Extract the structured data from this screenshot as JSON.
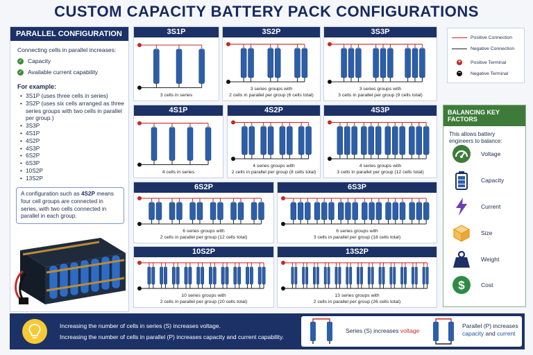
{
  "title": "CUSTOM CAPACITY BATTERY PACK CONFIGURATIONS",
  "left_panel": {
    "header": "PARALLEL CONFIGURATION",
    "intro": "Connecting cells in parallel increases:",
    "benefits": [
      "Capacity",
      "Available current capability"
    ],
    "example_heading": "For example:",
    "examples": [
      "3S1P (uses three cells in series)",
      "3S2P (uses six cells arranged as three series groups with two cells in parallel per group.)",
      "3S3P",
      "4S1P",
      "4S2P",
      "4S3P",
      "6S2P",
      "6S3P",
      "10S2P",
      "13S2P"
    ],
    "note_prefix": "A configuration such as ",
    "note_bold": "4S2P",
    "note_suffix": " means four cell groups are connected in series, with two cells connected in parallel in each group."
  },
  "configs": [
    {
      "title": "3S1P",
      "s": 3,
      "p": 1,
      "caption": [
        "3 cells in series"
      ]
    },
    {
      "title": "3S2P",
      "s": 3,
      "p": 2,
      "caption": [
        "3 series groups with",
        "2 cells in parallel per group (6 cells total)"
      ]
    },
    {
      "title": "3S3P",
      "s": 3,
      "p": 3,
      "caption": [
        "3 series groups with",
        "3 cells in parallel per group (9 cells total)"
      ]
    },
    {
      "title": "4S1P",
      "s": 4,
      "p": 1,
      "caption": [
        "4 cells in series"
      ]
    },
    {
      "title": "4S2P",
      "s": 4,
      "p": 2,
      "caption": [
        "4 series groups with",
        "2 cells in parallel per group (8 cells total)"
      ]
    },
    {
      "title": "4S3P",
      "s": 4,
      "p": 3,
      "caption": [
        "4 series groups with",
        "3 cells in parallel per group (12 cells total)"
      ]
    },
    {
      "title": "6S2P",
      "s": 6,
      "p": 2,
      "caption": [
        "6 series groups with",
        "2 cells in parallel per group (12 cells total)"
      ]
    },
    {
      "title": "6S3P",
      "s": 6,
      "p": 3,
      "caption": [
        "6 series groups with",
        "3 cells in parallel per group (18 cells total)"
      ]
    },
    {
      "title": "10S2P",
      "s": 10,
      "p": 2,
      "caption": [
        "10 series groups with",
        "2 cells in parallel per group (20 cells total)"
      ]
    },
    {
      "title": "13S2P",
      "s": 13,
      "p": 2,
      "caption": [
        "13 series groups with",
        "2 cells in parallel per group (26 cells total)"
      ]
    }
  ],
  "legend": {
    "positive_connection": "Positive Connection",
    "negative_connection": "Negative Connection",
    "positive_terminal": "Positive Terminal",
    "negative_terminal": "Negative Terminal"
  },
  "balancing": {
    "header": "BALANCING KEY FACTORS",
    "intro": "This allows battery engineers to balance:",
    "factors": [
      {
        "label": "Voltage",
        "icon": "gauge-icon"
      },
      {
        "label": "Capacity",
        "icon": "battery-icon"
      },
      {
        "label": "Current",
        "icon": "lightning-icon"
      },
      {
        "label": "Size",
        "icon": "box-icon"
      },
      {
        "label": "Weight",
        "icon": "weight-icon"
      },
      {
        "label": "Cost",
        "icon": "dollar-icon"
      }
    ]
  },
  "bottom": {
    "line1": "Increasing the number of cells in series (S) increases voltage.",
    "line2": "Increasing the number of cells in parallel (P) increases capacity and current capability.",
    "series_prefix": "Series (S) increases ",
    "series_highlight": "voltage",
    "parallel_line1": "Parallel (P) increases",
    "parallel_cap": "capacity",
    "parallel_and": " and ",
    "parallel_cur": "current"
  },
  "colors": {
    "navy": "#1c3166",
    "positive": "#c62828",
    "negative": "#222222",
    "cell": "#2d5fa8",
    "green": "#3e7b3a"
  }
}
